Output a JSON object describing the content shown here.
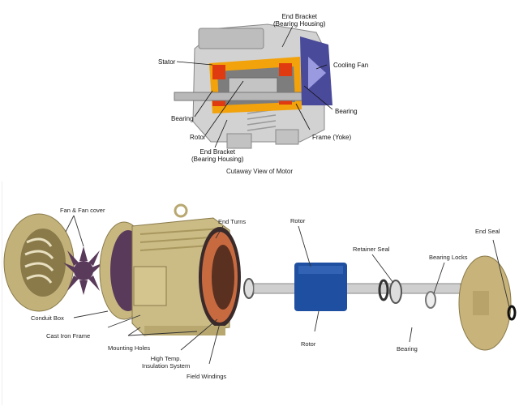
{
  "top_diagram": {
    "caption": "Cutaway View of Motor",
    "labels": {
      "end_bracket_top_1": "End Bracket",
      "end_bracket_top_2": "(Bearing Housing)",
      "stator": "Stator",
      "cooling_fan": "Cooling Fan",
      "bearing_right": "Bearing",
      "bearing_left": "Bearing",
      "rotor": "Rotor",
      "frame": "Frame (Yoke)",
      "end_bracket_bottom_1": "End Bracket",
      "end_bracket_bottom_2": "(Bearing Housing)"
    },
    "colors": {
      "housing": "#c9c9c9",
      "cut": "#f2a20a",
      "winding": "#e03a10",
      "fan": "#4a4a9a",
      "shaft": "#b8b8b8"
    }
  },
  "bottom_diagram": {
    "labels": {
      "fan_cover": "Fan & Fan cover",
      "end_turns": "End Turns",
      "rotor_top": "Rotor",
      "retainer_seal": "Retainer Seal",
      "bearing_locks": "Bearing Locks",
      "end_seal": "End Seal",
      "conduit_box": "Conduit Box",
      "cast_iron_frame": "Cast Iron Frame",
      "mounting_holes": "Mounting Holes",
      "insulation_1": "High Temp.",
      "insulation_2": "Insulation System",
      "field_windings": "Field Windings",
      "rotor_bottom": "Rotor",
      "bearing": "Bearing"
    },
    "colors": {
      "frame": "#c8b880",
      "fan": "#5a3a5a",
      "rotor": "#1f4fa0",
      "windings": "#c86a40",
      "shaft": "#c8c8c8"
    }
  }
}
